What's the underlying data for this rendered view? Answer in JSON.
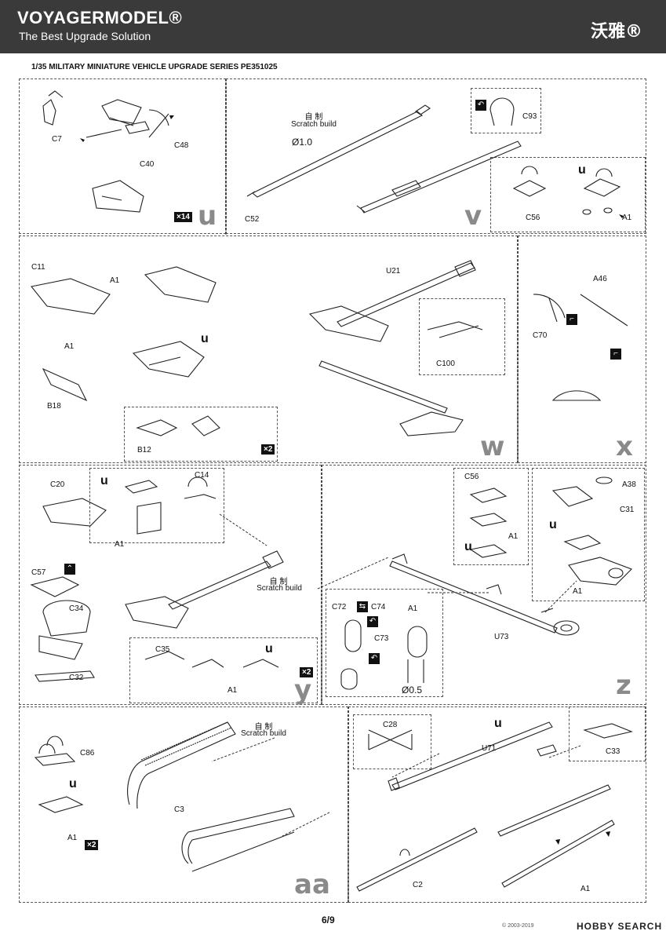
{
  "header": {
    "brand": "VOYAGERMODEL®",
    "tagline": "The Best Upgrade Solution",
    "cn_brand": "沃雅®"
  },
  "series_title": "1/35 MILITARY MINIATURE VEHICLE  UPGRADE SERIES PE351025",
  "scratch": {
    "cn": "自 制",
    "en": "Scratch build",
    "dia1": "Ø1.0",
    "dia2": "Ø0.5"
  },
  "panels": {
    "u": {
      "label": "u",
      "mult": "×14",
      "parts": [
        "C7",
        "C48",
        "C40"
      ]
    },
    "v": {
      "label": "v",
      "parts": [
        "C52",
        "C93",
        "C56",
        "A1"
      ]
    },
    "w": {
      "label": "w",
      "mult": "×2",
      "parts": [
        "C11",
        "A1",
        "A1",
        "B18",
        "B12",
        "U21",
        "C100"
      ]
    },
    "x": {
      "label": "x",
      "parts": [
        "A46",
        "C70"
      ]
    },
    "y": {
      "label": "y",
      "mult": "×2",
      "parts": [
        "C20",
        "C14",
        "A1",
        "C57",
        "C34",
        "C32",
        "C35",
        "A1"
      ]
    },
    "z": {
      "label": "z",
      "parts": [
        "C72",
        "C74",
        "C73",
        "A1",
        "C56",
        "A1",
        "A38",
        "C31",
        "A1",
        "U73"
      ]
    },
    "aa": {
      "label": "aa",
      "mult": "×2",
      "parts": [
        "C86",
        "A1",
        "C3"
      ]
    },
    "bb": {
      "parts": [
        "C28",
        "U71",
        "C33",
        "C2",
        "A1"
      ]
    }
  },
  "footer": {
    "page": "6/9",
    "copyright": "© 2003-2019",
    "watermark": "HOBBY SEARCH"
  }
}
